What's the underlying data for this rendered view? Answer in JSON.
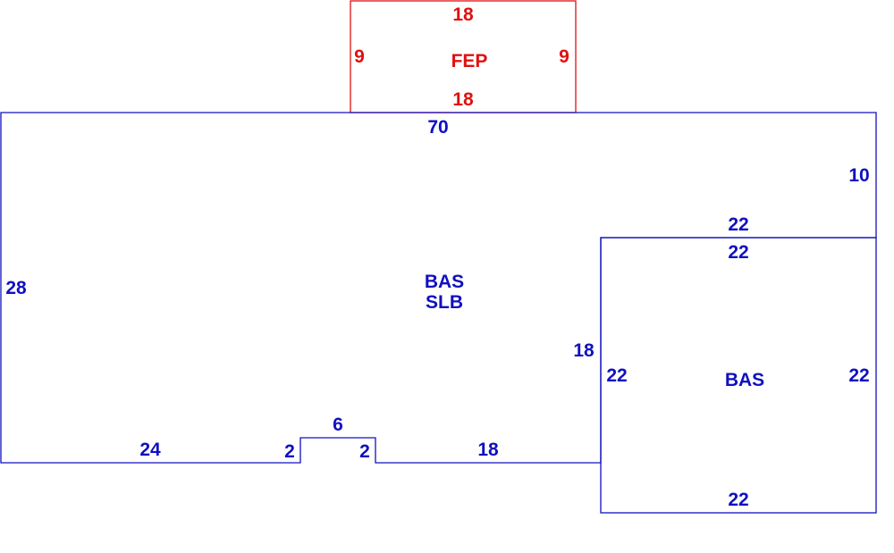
{
  "colors": {
    "fep": "#e01010",
    "main": "#1010c0"
  },
  "fep": {
    "name": "FEP",
    "top": "18",
    "bottom": "18",
    "left": "9",
    "right": "9"
  },
  "main_area": {
    "name_line1": "BAS",
    "name_line2": "SLB",
    "top": "70",
    "right_upper": "10",
    "left": "28",
    "bottom_left": "24",
    "notch_left": "2",
    "notch_top": "6",
    "notch_right": "2",
    "bottom_right": "18",
    "step_vertical": "18",
    "step_horizontal": "22"
  },
  "addition": {
    "name": "BAS",
    "top": "22",
    "left": "22",
    "right": "22",
    "bottom": "22"
  }
}
